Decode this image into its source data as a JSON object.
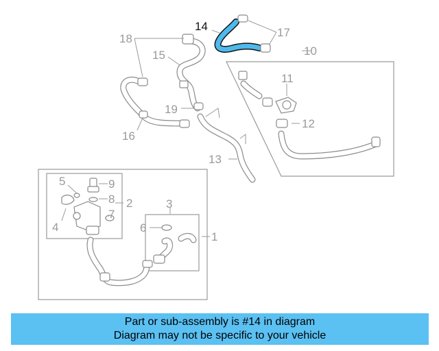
{
  "diagram": {
    "highlighted_callout": "14",
    "highlight_color": "#4fb9ec",
    "callouts": [
      "1",
      "2",
      "3",
      "4",
      "5",
      "6",
      "7",
      "8",
      "9",
      "10",
      "11",
      "12",
      "13",
      "14",
      "15",
      "16",
      "17",
      "18",
      "19"
    ]
  },
  "banner": {
    "color": "#5bc0f2",
    "line1": "Part or sub-assembly is #14 in diagram",
    "line2": "Diagram may not be specific to your vehicle"
  }
}
